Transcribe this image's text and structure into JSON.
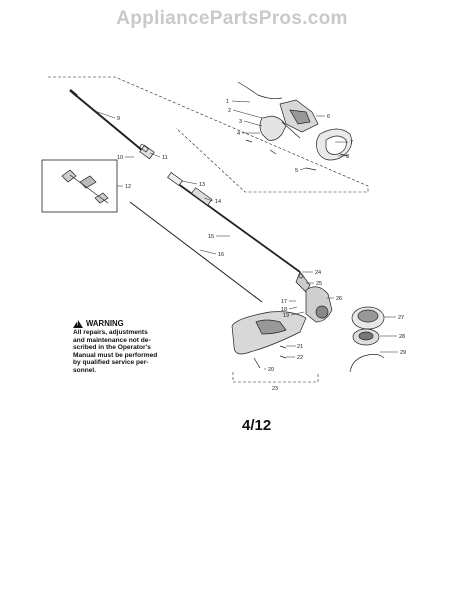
{
  "header": {
    "site_title": "AppliancePartsPros.com"
  },
  "warning": {
    "heading": "WARNING",
    "body": "All repairs, adjustments and maintenance not described in the Operator's Manual must be performed by qualified service personnel.",
    "lines": [
      "All repairs, adjustments",
      "and maintenance not de-",
      "scribed in the Operator's",
      "Manual must be performed",
      "by qualified service per-",
      "sonnel."
    ]
  },
  "page": {
    "number": "4/12"
  },
  "callouts": [
    "1",
    "2",
    "3",
    "4",
    "5",
    "6",
    "7",
    "8",
    "9",
    "10",
    "11",
    "12",
    "13",
    "14",
    "15",
    "16",
    "17",
    "18",
    "19",
    "20",
    "21",
    "22",
    "23",
    "24",
    "25",
    "26",
    "27",
    "28",
    "29"
  ],
  "colors": {
    "line": "#222222",
    "title": "#c9c9c9"
  }
}
